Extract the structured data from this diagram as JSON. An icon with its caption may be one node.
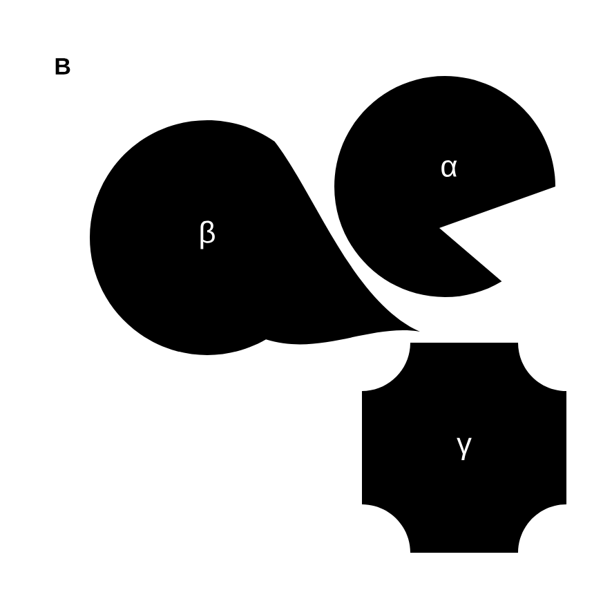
{
  "diagram": {
    "nodes": [
      {
        "text": [
          "α"
        ]
      },
      {
        "text": [
          "β"
        ]
      },
      {
        "text": [
          "γ"
        ]
      }
    ],
    "labels": [
      "B"
    ]
  }
}
